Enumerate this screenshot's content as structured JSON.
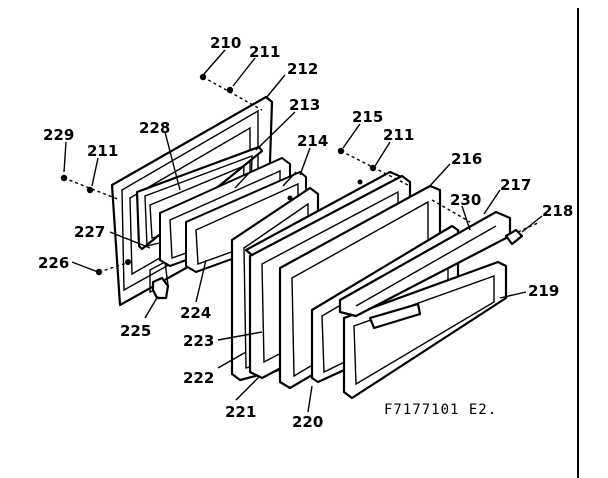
{
  "parts": [
    {
      "id": "p210",
      "label": "210"
    },
    {
      "id": "p211a",
      "label": "211"
    },
    {
      "id": "p212",
      "label": "212"
    },
    {
      "id": "p213",
      "label": "213"
    },
    {
      "id": "p214",
      "label": "214"
    },
    {
      "id": "p215",
      "label": "215"
    },
    {
      "id": "p211b",
      "label": "211"
    },
    {
      "id": "p216",
      "label": "216"
    },
    {
      "id": "p217",
      "label": "217"
    },
    {
      "id": "p218",
      "label": "218"
    },
    {
      "id": "p219",
      "label": "219"
    },
    {
      "id": "p230",
      "label": "230"
    },
    {
      "id": "p228",
      "label": "228"
    },
    {
      "id": "p229",
      "label": "229"
    },
    {
      "id": "p211c",
      "label": "211"
    },
    {
      "id": "p227",
      "label": "227"
    },
    {
      "id": "p226",
      "label": "226"
    },
    {
      "id": "p225",
      "label": "225"
    },
    {
      "id": "p224",
      "label": "224"
    },
    {
      "id": "p223",
      "label": "223"
    },
    {
      "id": "p222",
      "label": "222"
    },
    {
      "id": "p221",
      "label": "221"
    },
    {
      "id": "p220",
      "label": "220"
    }
  ],
  "diagram_code": "F7177101 E2."
}
